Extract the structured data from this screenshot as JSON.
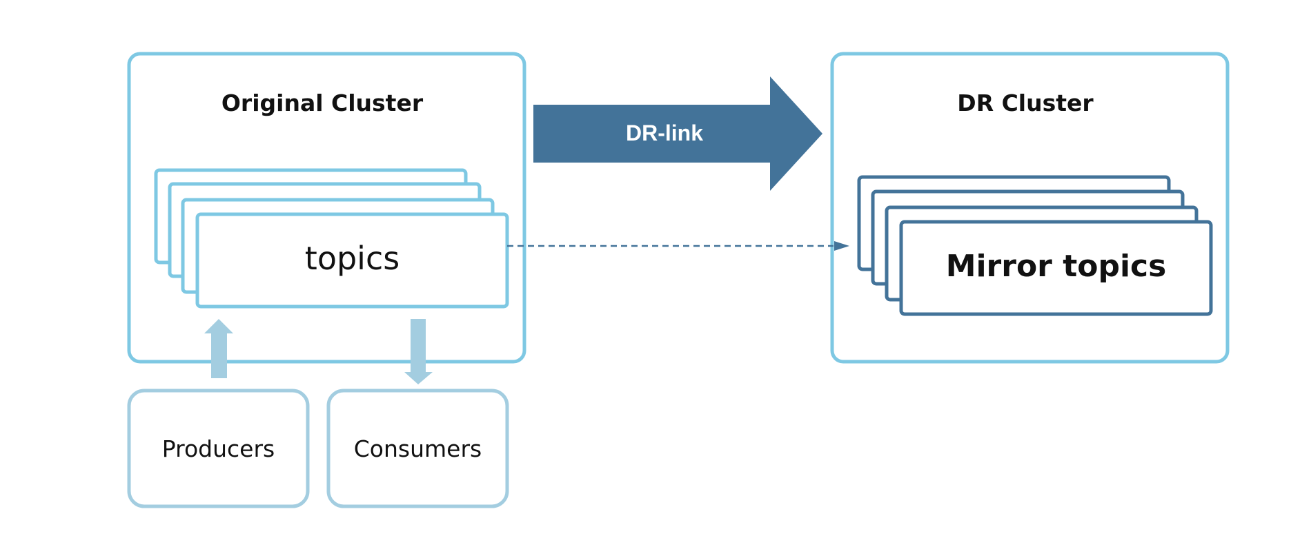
{
  "colors": {
    "light_blue": "#7ec8e3",
    "pale_blue": "#a3cde0",
    "dark_blue": "#437399",
    "text": "#111111",
    "background": "#ffffff"
  },
  "original_cluster": {
    "title": "Original Cluster",
    "topics_label": "topics"
  },
  "dr_link": {
    "label": "DR-link"
  },
  "dr_cluster": {
    "title": "DR Cluster",
    "mirror_topics_label": "Mirror topics"
  },
  "clients": {
    "producers": "Producers",
    "consumers": "Consumers"
  }
}
